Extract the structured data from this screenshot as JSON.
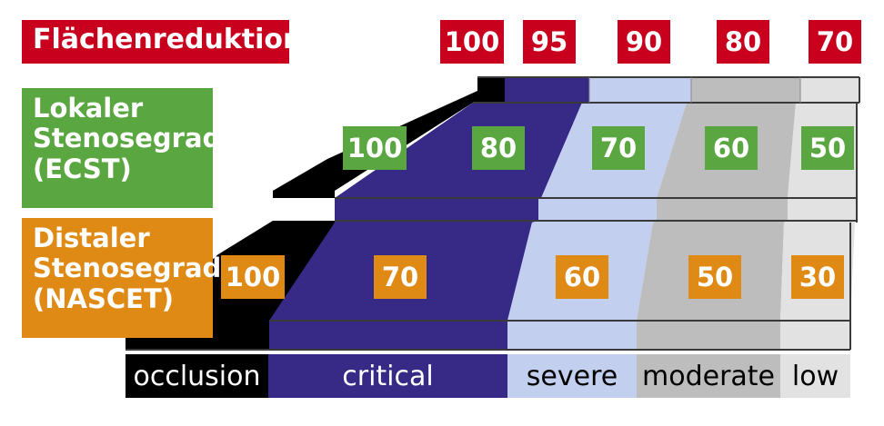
{
  "rows": {
    "flaechenreduktion": {
      "label": "Flächenreduktion",
      "values": [
        "100",
        "95",
        "90",
        "80",
        "70"
      ]
    },
    "lokaler": {
      "label_lines": [
        "Lokaler",
        "Stenosegrad",
        "(ECST)"
      ],
      "values": [
        "100",
        "80",
        "70",
        "60",
        "50"
      ]
    },
    "distaler": {
      "label_lines": [
        "Distaler",
        "Stenosegrad",
        "(NASCET)"
      ],
      "values": [
        "100",
        "70",
        "60",
        "50",
        "30"
      ]
    }
  },
  "categories": [
    {
      "label": "occlusion",
      "color": "#000000",
      "text_color": "#ffffff"
    },
    {
      "label": "critical",
      "color": "#362a86",
      "text_color": "#ffffff"
    },
    {
      "label": "severe",
      "color": "#c3cfee",
      "text_color": "#000000"
    },
    {
      "label": "moderate",
      "color": "#bdbdbd",
      "text_color": "#000000"
    },
    {
      "label": "low",
      "color": "#e2e2e2",
      "text_color": "#000000"
    }
  ],
  "colors": {
    "red": "#c8001e",
    "green": "#5aa640",
    "orange": "#e08a16"
  }
}
